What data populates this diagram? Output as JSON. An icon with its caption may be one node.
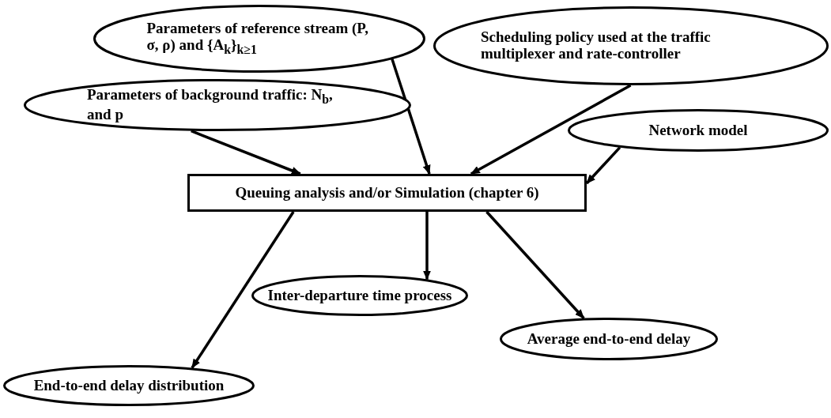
{
  "diagram": {
    "nodes": [
      {
        "text": [
          "Parameters of reference stream (P, σ, ρ) and {A$_{k}$}$_{k≥1}$"
        ]
      },
      {
        "text": [
          "Scheduling policy used at the traffic multiplexer and rate-controller"
        ]
      },
      {
        "text": [
          "Parameters of background traffic: N$_{b}$, and p"
        ]
      },
      {
        "text": [
          "Network model"
        ]
      },
      {
        "text": [
          "Queuing analysis and/or Simulation (chapter 6)"
        ]
      },
      {
        "text": [
          "Inter-departure time process"
        ]
      },
      {
        "text": [
          "Average end-to-end delay"
        ]
      },
      {
        "text": [
          "End-to-end delay distribution"
        ]
      }
    ],
    "edges": [
      {
        "from": 2,
        "to": 4,
        "arrow": "to"
      },
      {
        "from": 0,
        "to": 4,
        "arrow": "to"
      },
      {
        "from": 1,
        "to": 4,
        "arrow": "to"
      },
      {
        "from": 3,
        "to": 4,
        "arrow": "to"
      },
      {
        "from": 4,
        "to": 7,
        "arrow": "to"
      },
      {
        "from": 4,
        "to": 5,
        "arrow": "to"
      },
      {
        "from": 4,
        "to": 6,
        "arrow": "to"
      }
    ]
  }
}
